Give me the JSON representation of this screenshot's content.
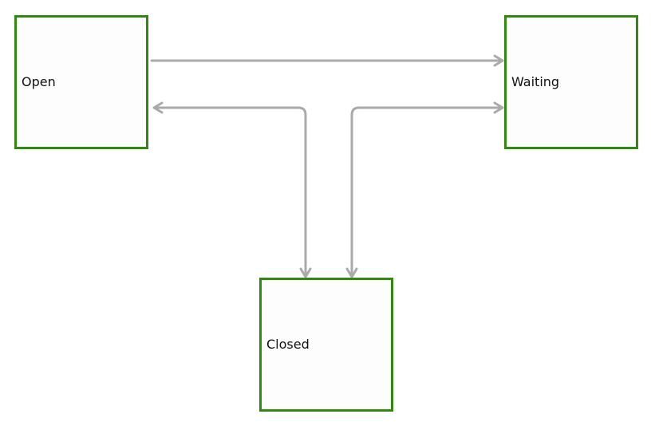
{
  "diagram": {
    "colors": {
      "node_border": "#2e8b0e",
      "node_fill": "#fdfdfd",
      "edge": "#aaaaaa"
    },
    "nodes": [
      {
        "id": "open",
        "label": "Open"
      },
      {
        "id": "waiting",
        "label": "Waiting"
      },
      {
        "id": "closed",
        "label": "Closed"
      }
    ],
    "edges": [
      {
        "from": "open",
        "to": "waiting",
        "arrow": "end"
      },
      {
        "from": "open",
        "to": "closed",
        "arrow": "both"
      },
      {
        "from": "waiting",
        "to": "closed",
        "arrow": "both"
      }
    ]
  }
}
